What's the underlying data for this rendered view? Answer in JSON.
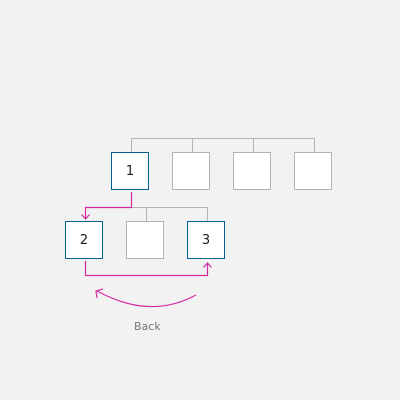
{
  "nodes": {
    "root_label": "1",
    "child_a_label": "2",
    "child_c_label": "3"
  },
  "caption": {
    "back_label": "Back"
  },
  "colors": {
    "background": "#f2f2f2",
    "tree_line": "#b3b3b3",
    "active_border": "#00608f",
    "navigation_path": "#d12ca0"
  }
}
